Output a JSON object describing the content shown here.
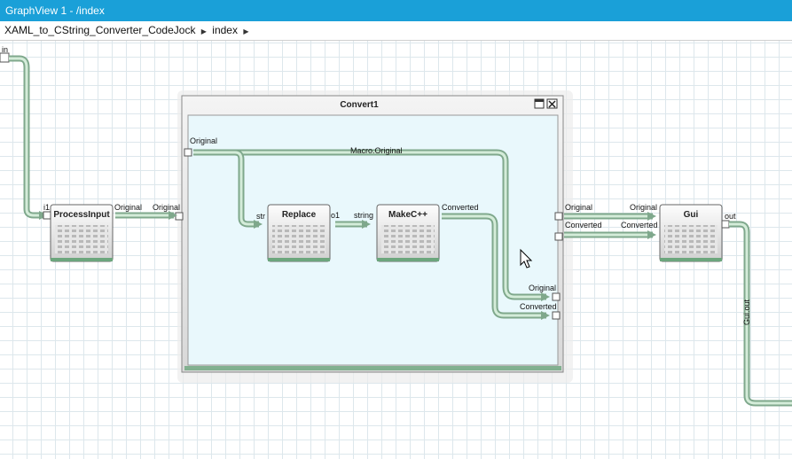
{
  "window": {
    "title": "GraphView 1 - /index"
  },
  "breadcrumb": {
    "items": [
      "XAML_to_CString_Converter_CodeJock",
      "index"
    ]
  },
  "graph": {
    "input_port": "in",
    "output_port_top": "out",
    "output_wire_label": "Gui.out",
    "nodes": {
      "process_input": {
        "title": "ProcessInput",
        "in": "i1",
        "out": "Original"
      },
      "convert": {
        "title": "Convert1",
        "in_label": "Original",
        "out_label_1": "Original",
        "out_label_2": "Converted",
        "wire_label": "Macro.Original"
      },
      "replace": {
        "title": "Replace",
        "in": "str",
        "out": "o1"
      },
      "makecpp": {
        "title": "MakeC++",
        "in": "string",
        "out": "Converted"
      },
      "gui": {
        "title": "Gui",
        "in1": "Original",
        "in2": "Converted",
        "out": "out"
      }
    },
    "wire_labels": {
      "pi_to_convert": "Original",
      "convert_out_1": "Original",
      "convert_out_2": "Converted",
      "gui_in_1": "Original",
      "gui_in_2": "Converted"
    }
  }
}
